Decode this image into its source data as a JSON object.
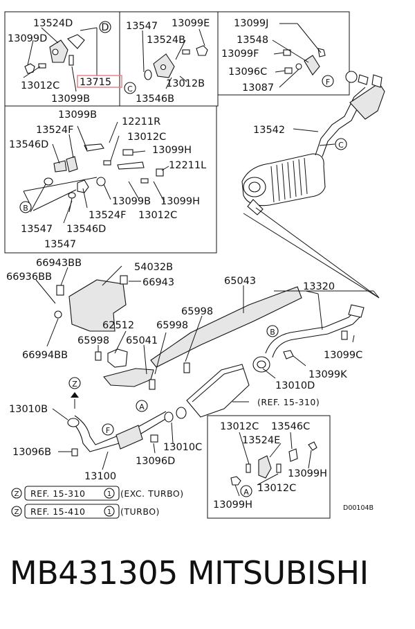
{
  "labels": {
    "p13524D": "13524D",
    "p13099D": "13099D",
    "p13012C_a": "13012C",
    "p13715": "13715",
    "p13099B_a": "13099B",
    "p13547_a": "13547",
    "p13099E": "13099E",
    "p13524B": "13524B",
    "p13012B": "13012B",
    "p13546B": "13546B",
    "p13099J": "13099J",
    "p13548": "13548",
    "p13099F": "13099F",
    "p13096C": "13096C",
    "p13087": "13087",
    "p13099B_b": "13099B",
    "p12211R": "12211R",
    "p13524F_a": "13524F",
    "p13012C_b": "13012C",
    "p13546D_a": "13546D",
    "p13099H_a": "13099H",
    "p12211L": "12211L",
    "p13099B_c": "13099B",
    "p13099H_b": "13099H",
    "p13547_b": "13547",
    "p13524F_b": "13524F",
    "p13012C_c": "13012C",
    "p13546D_b": "13546D",
    "p13547_c": "13547",
    "p13542": "13542",
    "p66943BB": "66943BB",
    "p66936BB": "66936BB",
    "p66994BB": "66994BB",
    "p54032B": "54032B",
    "p66943": "66943",
    "p65043": "65043",
    "p13320": "13320",
    "p65998_a": "65998",
    "p62512": "62512",
    "p65998_b": "65998",
    "p65998_c": "65998",
    "p65041": "65041",
    "p13099C": "13099C",
    "p13099K": "13099K",
    "p13010D": "13010D",
    "p13010B": "13010B",
    "p13096B": "13096B",
    "p13096D": "13096D",
    "p13010C": "13010C",
    "p13100": "13100",
    "p13012C_d": "13012C",
    "p13546C": "13546C",
    "p13524E": "13524E",
    "p13099H_c": "13099H",
    "p13012C_e": "13012C",
    "p13099H_d": "13099H"
  },
  "callouts": {
    "D": "D",
    "C": "C",
    "F": "F",
    "B": "B",
    "A": "A",
    "Z": "Z"
  },
  "references": {
    "ref_15_310_mid": "(REF. 15-310)",
    "note1_ref": "REF. 15-310",
    "note1_num": "1",
    "note1_text": "(EXC. TURBO)",
    "note2_ref": "REF. 15-410",
    "note2_num": "1",
    "note2_text": "(TURBO)"
  },
  "drawing_code": "D00104B",
  "caption": "MB431305    MITSUBISHI",
  "colors": {
    "highlight_box": "#e8808a"
  }
}
